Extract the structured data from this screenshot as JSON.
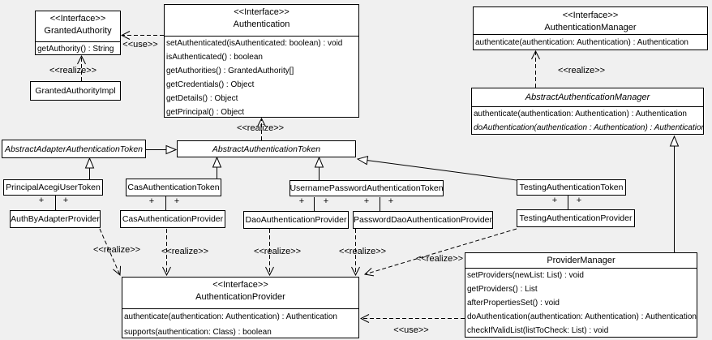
{
  "diagram": {
    "background_color": "#f0f0f0",
    "box_fill_color": "#ffffff",
    "line_color": "#000000"
  },
  "labels": {
    "interface": "<<Interface>>",
    "use": "<<use>>",
    "realize": "<<realize>>",
    "plus": "+"
  },
  "classes": {
    "granted_authority": {
      "stereotype": "<<Interface>>",
      "name": "GrantedAuthority",
      "methods": [
        "getAuthority() : String"
      ]
    },
    "granted_authority_impl": {
      "name": "GrantedAuthorityImpl"
    },
    "authentication": {
      "stereotype": "<<Interface>>",
      "name": "Authentication",
      "methods": [
        "setAuthenticated(isAuthenticated: boolean) : void",
        "isAuthenticated() : boolean",
        "getAuthorities() : GrantedAuthority[]",
        "getCredentials() : Object",
        "getDetails() : Object",
        "getPrincipal() : Object"
      ]
    },
    "authentication_manager": {
      "stereotype": "<<Interface>>",
      "name": "AuthenticationManager",
      "methods": [
        "authenticate(authentication: Authentication) : Authentication"
      ]
    },
    "abstract_authentication_manager": {
      "name": "AbstractAuthenticationManager",
      "methods": [
        "authenticate(authentication: Authentication) : Authentication",
        "doAuthentication(authentication : Authentication) : Authentication"
      ]
    },
    "abstract_adapter_authentication_token": {
      "name": "AbstractAdapterAuthenticationToken"
    },
    "abstract_authentication_token": {
      "name": "AbstractAuthenticationToken"
    },
    "principal_acegi_user_token": {
      "name": "PrincipalAcegiUserToken"
    },
    "cas_authentication_token": {
      "name": "CasAuthenticationToken"
    },
    "username_password_authentication_token": {
      "name": "UsernamePasswordAuthenticationToken"
    },
    "testing_authentication_token": {
      "name": "TestingAuthenticationToken"
    },
    "auth_by_adapter_provider": {
      "name": "AuthByAdapterProvider"
    },
    "cas_authentication_provider": {
      "name": "CasAuthenticationProvider"
    },
    "dao_authentication_provider": {
      "name": "DaoAuthenticationProvider"
    },
    "password_dao_authentication_provider": {
      "name": "PasswordDaoAuthenticationProvider"
    },
    "testing_authentication_provider": {
      "name": "TestingAuthenticationProvider"
    },
    "authentication_provider": {
      "stereotype": "<<Interface>>",
      "name": "AuthenticationProvider",
      "methods": [
        "authenticate(authentication: Authentication) : Authentication",
        "supports(authentication: Class) : boolean"
      ]
    },
    "provider_manager": {
      "name": "ProviderManager",
      "methods": [
        "setProviders(newList: List) : void",
        "getProviders() : List",
        "afterPropertiesSet() : void",
        "doAuthentication(authentication: Authentication) : Authentication",
        "checkIfValidList(listToCheck: List) : void"
      ]
    }
  }
}
